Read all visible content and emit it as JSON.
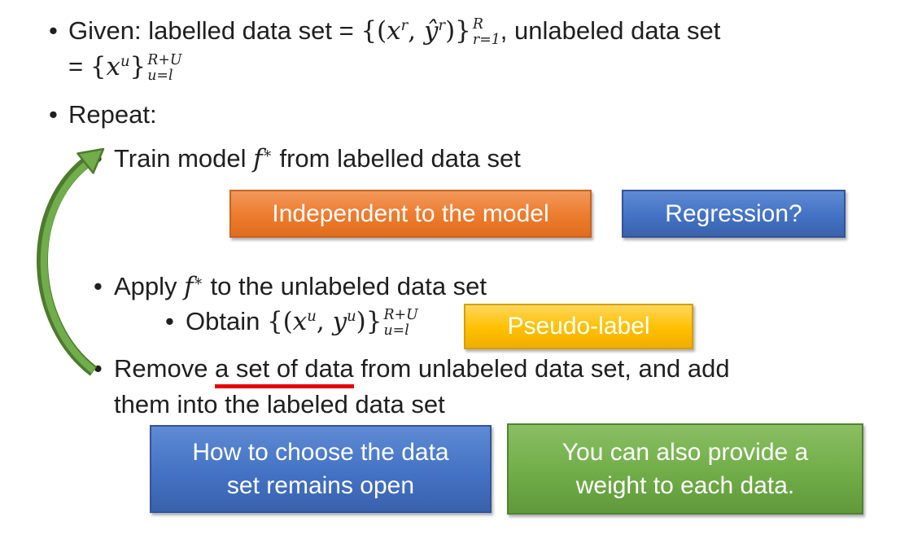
{
  "slide": {
    "bullet": "•",
    "given": {
      "text1": "Given: labelled data set = ",
      "m1_open": "{(",
      "m1_x": "x",
      "m1_xsup": "r",
      "m1_comma": ", ",
      "m1_y": "ŷ",
      "m1_ysup": "r",
      "m1_close": ")}",
      "m1_sup": "R",
      "m1_sub": "r=1",
      "text2": ", unlabeled data set",
      "line2_eq": "= ",
      "m2_open": "{",
      "m2_x": "x",
      "m2_xsup": "u",
      "m2_close": "}",
      "m2_sup": "R+U",
      "m2_sub": "u=l"
    },
    "repeat": "Repeat:",
    "train": {
      "pre": "Train model ",
      "f": "f",
      "star": "∗",
      "post": " from labelled data set"
    },
    "apply": {
      "pre": "Apply ",
      "f": "f",
      "star": "∗",
      "post": " to the unlabeled data set"
    },
    "obtain": {
      "pre": "Obtain ",
      "m_open": "{(",
      "m_x": "x",
      "m_xsup": "u",
      "m_comma": ", ",
      "m_y": "y",
      "m_ysup": "u",
      "m_close": ")}",
      "m_sup": "R+U",
      "m_sub": "u=l"
    },
    "remove": {
      "pre": "Remove ",
      "underlined": "a set of data",
      "post": " from unlabeled data set, and add",
      "line2": "them into the labeled data set"
    }
  },
  "callouts": {
    "independent": {
      "label": "Independent to the model",
      "color": "#ED7D31"
    },
    "regression": {
      "label": "Regression?",
      "color": "#4472C4"
    },
    "pseudo_label": {
      "label": "Pseudo-label",
      "color": "#FFC000"
    },
    "choose_data": {
      "line1": "How to choose the data",
      "line2": "set remains open",
      "color": "#4472C4"
    },
    "weight": {
      "line1": "You can also provide a",
      "line2": "weight to each data.",
      "color": "#70AD47"
    }
  },
  "annotations": {
    "underline_color": "#E50000",
    "arrow_color": "#70AD47"
  }
}
